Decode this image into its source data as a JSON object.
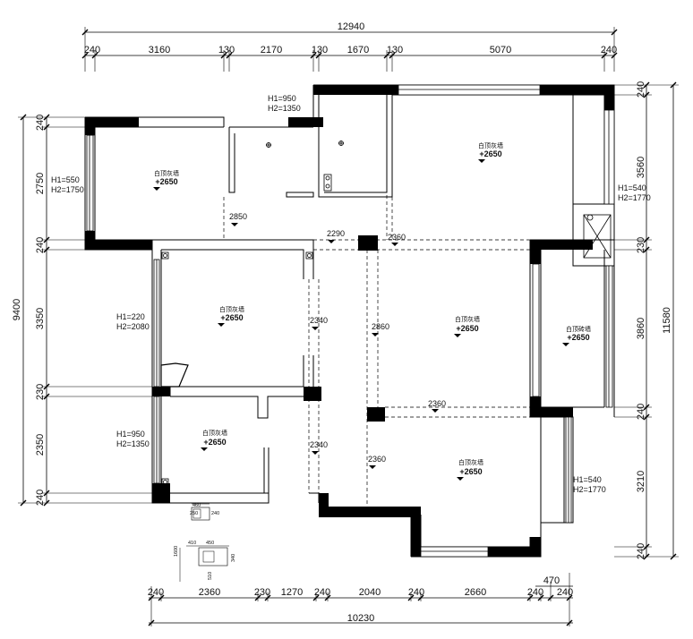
{
  "dims": {
    "top_total": "12940",
    "top": [
      "240",
      "3160",
      "130",
      "2170",
      "130",
      "1670",
      "130",
      "5070",
      "240"
    ],
    "bottom": [
      "240",
      "2360",
      "230",
      "1270",
      "240",
      "2040",
      "240",
      "2660",
      "240",
      "240"
    ],
    "bottom_extra": "470",
    "bottom_total": "10230",
    "left_total": "9400",
    "left": [
      "240",
      "2750",
      "240",
      "3350",
      "230",
      "2350",
      "240"
    ],
    "right_total": "11580",
    "right": [
      "240",
      "3560",
      "230",
      "3860",
      "240",
      "3210",
      "240"
    ]
  },
  "rooms": [
    {
      "material": "白顶灰墙",
      "height": "+2650"
    },
    {
      "material": "白顶灰墙",
      "height": "+2650"
    },
    {
      "material": "白顶灰墙",
      "height": "+2650"
    },
    {
      "material": "白顶灰墙",
      "height": "+2650"
    },
    {
      "material": "白顶砖墙",
      "height": "+2650"
    },
    {
      "material": "白顶灰墙",
      "height": "+2650"
    }
  ],
  "windows": [
    {
      "h1": "H1=950",
      "h2": "H2=1350"
    },
    {
      "h1": "H1=550",
      "h2": "H2=1750"
    },
    {
      "h1": "H1=540",
      "h2": "H2=1770"
    },
    {
      "h1": "H1=220",
      "h2": "H2=2080"
    },
    {
      "h1": "H1=950",
      "h2": "H2=1350"
    },
    {
      "h1": "H1=540",
      "h2": "H2=1770"
    }
  ],
  "beams": [
    "2850",
    "2290",
    "2360",
    "2340",
    "2860",
    "2360",
    "2340",
    "2360"
  ],
  "details": {
    "a": [
      "460",
      "250",
      "240"
    ],
    "b": [
      "410",
      "450",
      "1600",
      "510",
      "340"
    ]
  }
}
